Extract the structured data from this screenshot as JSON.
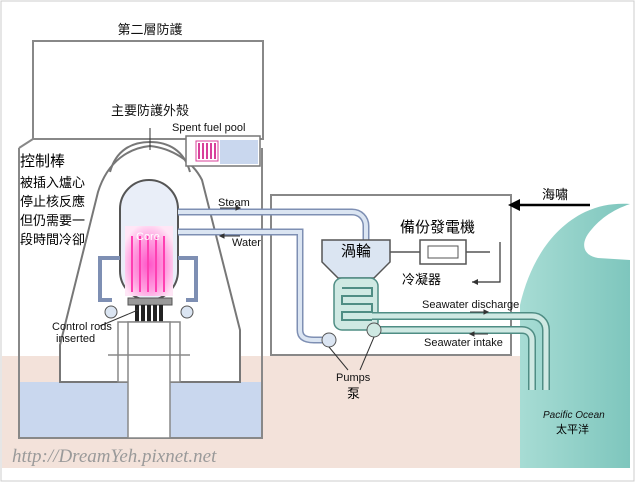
{
  "labels": {
    "secondary_containment": "第二層防護",
    "primary_containment": "主要防護外殼",
    "spent_fuel_pool": "Spent fuel pool",
    "control_rods_zh": [
      "控制棒",
      "被插入爐心",
      "停止核反應",
      "但仍需要一",
      "段時間冷卻"
    ],
    "steam": "Steam",
    "water": "Water",
    "core": "Core",
    "control_rods_en": [
      "Control rods",
      "inserted"
    ],
    "turbine": "渦輪",
    "generator": "備份發電機",
    "condenser": "冷凝器",
    "tsunami": "海嘯",
    "seawater_discharge": "Seawater discharge",
    "seawater_intake": "Seawater intake",
    "pumps_en": "Pumps",
    "pumps_zh": "泵",
    "pacific_en": "Pacific Ocean",
    "pacific_zh": "太平洋",
    "watermark": "http://DreamYeh.pixnet.net"
  },
  "colors": {
    "ground": "#f3e2da",
    "sea": "#8fd0c8",
    "pool_water": "#c9d7ee",
    "steam_pipe": "#dbe5f2",
    "seawater_pipe": "#cfe9e3",
    "core_glow": "#ff7bd0",
    "outline": "#5a5a5a"
  }
}
